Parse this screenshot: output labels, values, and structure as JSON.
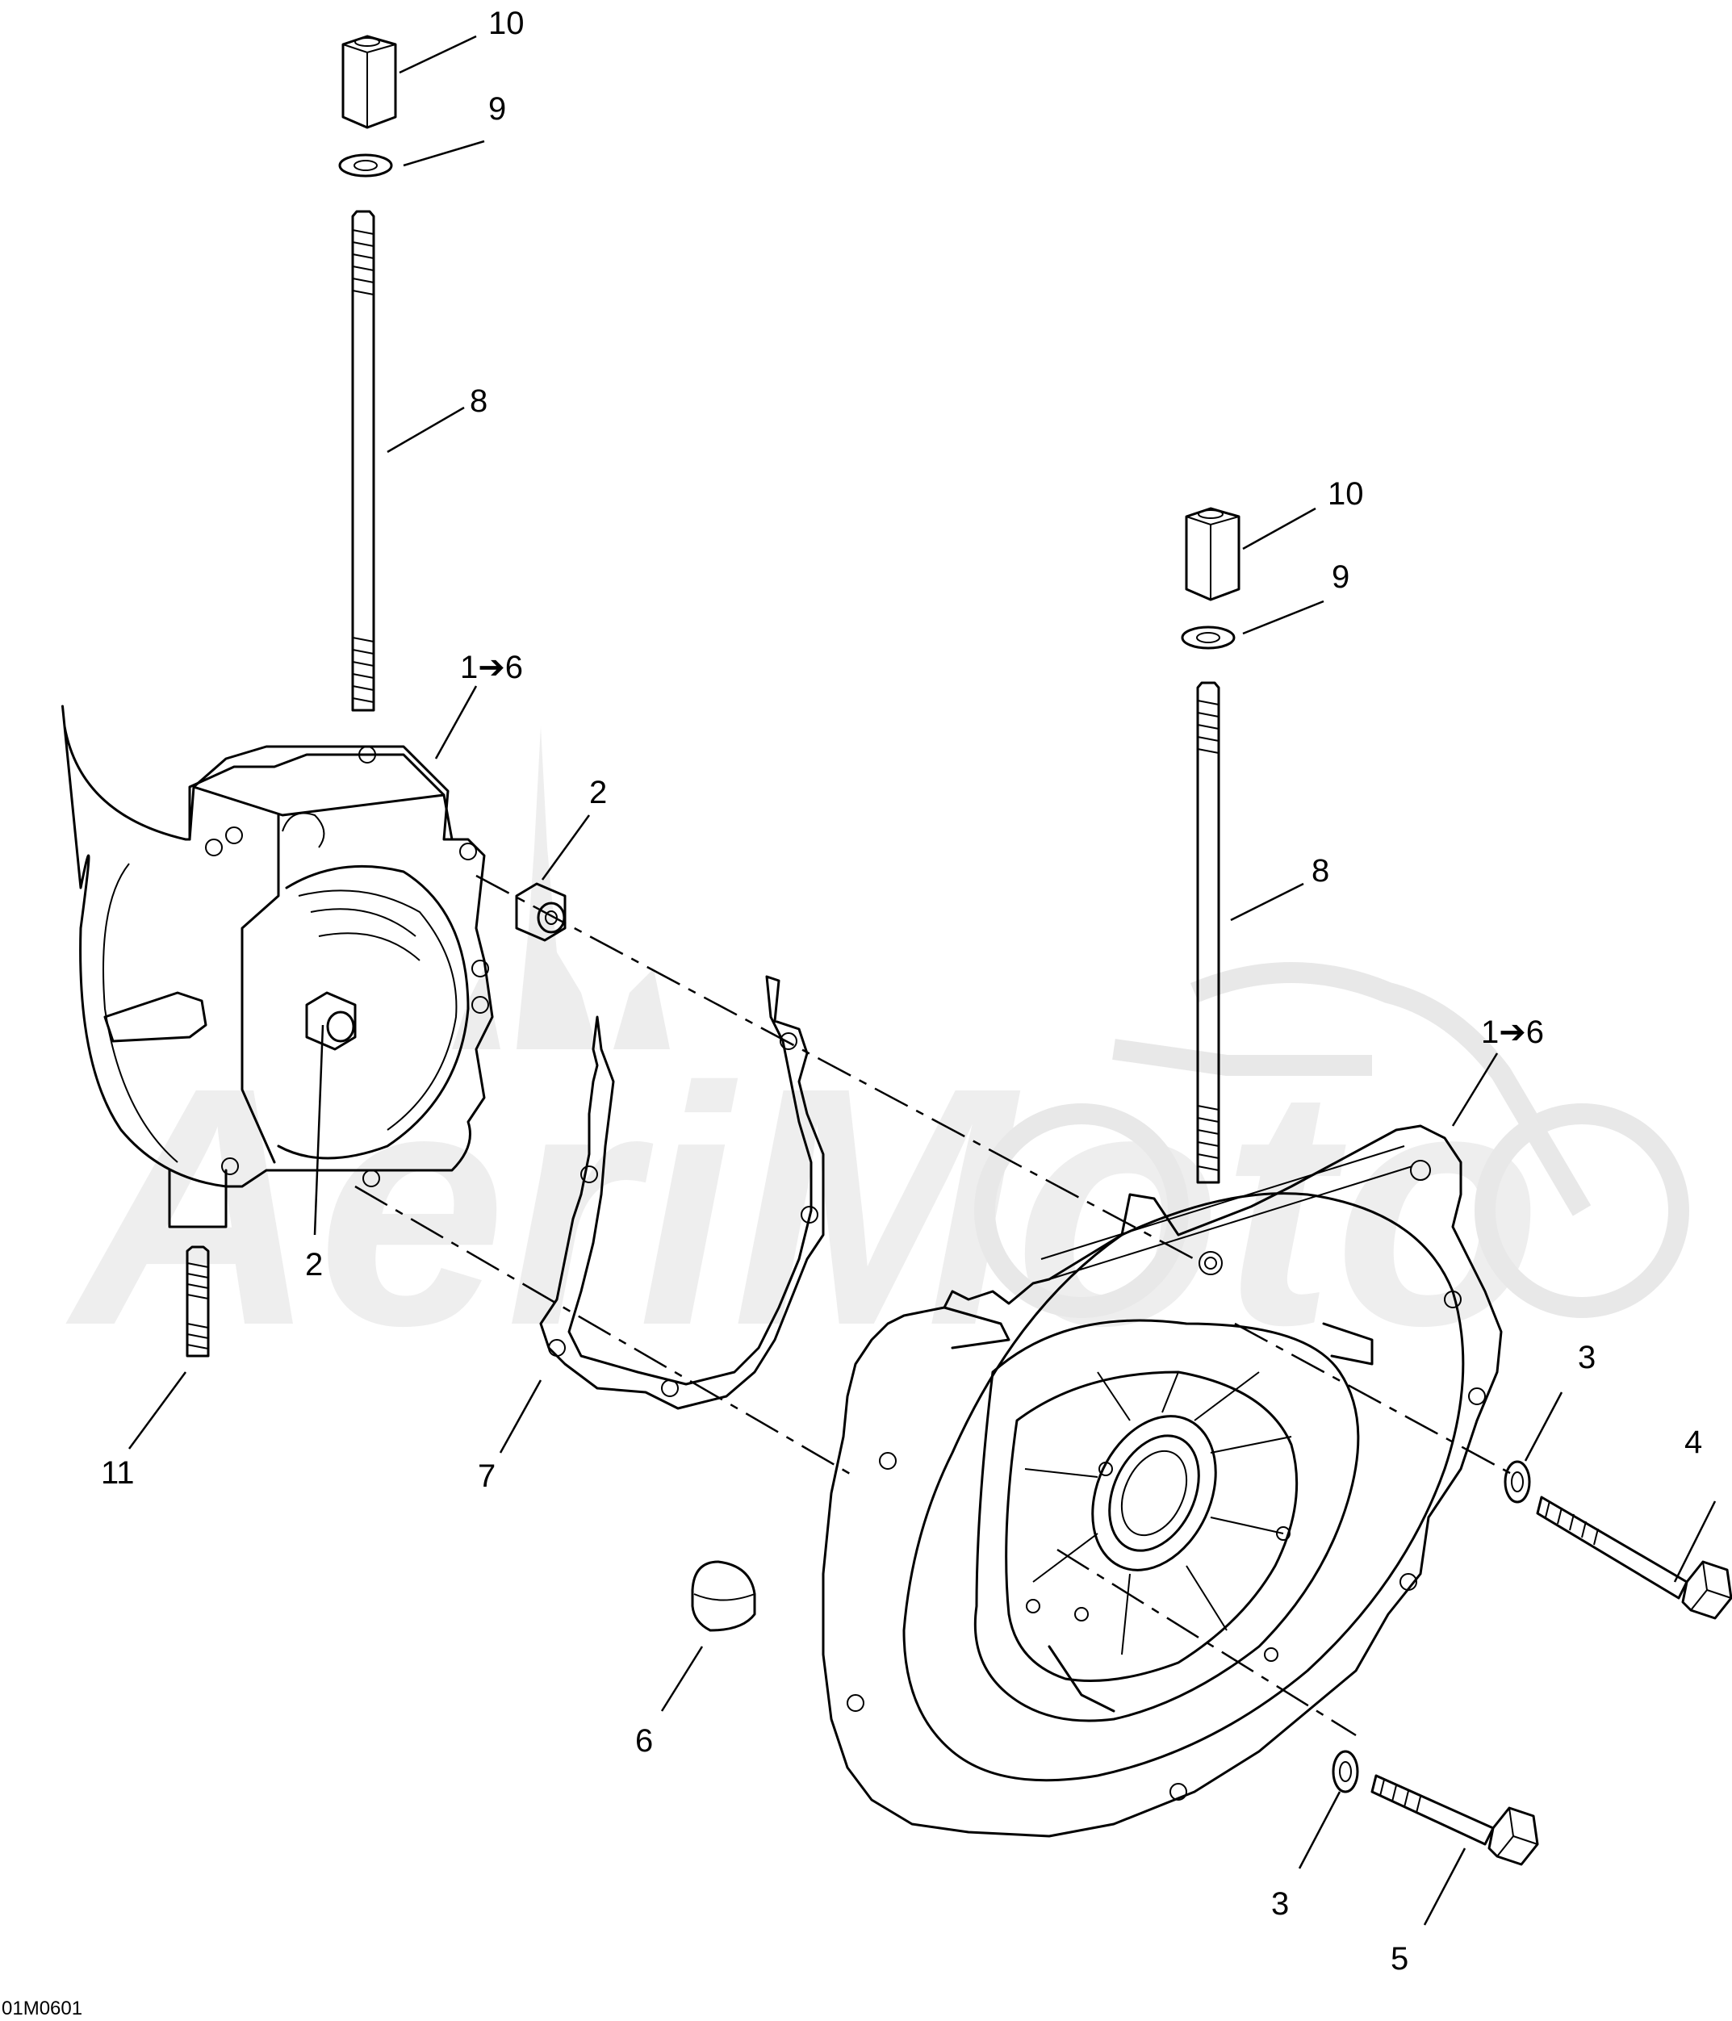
{
  "diagram": {
    "figure_code": "01M0601",
    "watermark": "AeriMoto",
    "callouts": {
      "left_nut": "10",
      "left_washer": "9",
      "left_stud": "8",
      "left_housing": "1➔6",
      "dowel_upper": "2",
      "dowel_lower": "2",
      "small_stud": "11",
      "gasket": "7",
      "plug": "6",
      "right_nut": "10",
      "right_washer": "9",
      "right_stud": "8",
      "right_cover": "1➔6",
      "washer_upper": "3",
      "bolt_upper": "4",
      "washer_lower": "3",
      "bolt_lower": "5"
    }
  }
}
